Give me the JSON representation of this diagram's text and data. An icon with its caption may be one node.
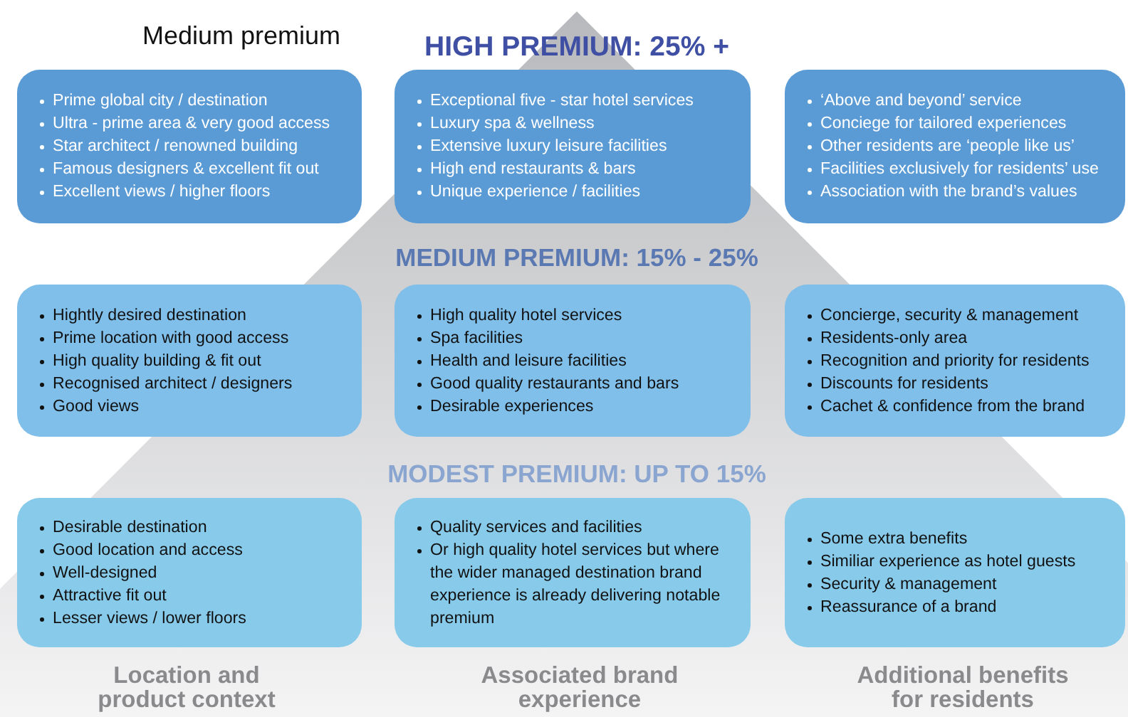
{
  "diagram": {
    "nodes": [
      {
        "text": [
          "Prime global city / destination",
          "Ultra - prime area & very good access",
          "Star architect / renowned building",
          "Famous designers & excellent fit out",
          "Excellent views / higher floors"
        ]
      },
      {
        "text": [
          "Exceptional five - star hotel services",
          "Luxury spa & wellness",
          "Extensive luxury leisure facilities",
          "High end restaurants & bars",
          "Unique experience / facilities"
        ]
      },
      {
        "text": [
          "‘Above and beyond’ service",
          "Conciege for tailored experiences",
          "Other residents are ‘people like us’",
          "Facilities exclusively for residents’ use",
          "Association with the brand’s values"
        ]
      },
      {
        "text": [
          "Hightly desired destination",
          "Prime location with good access",
          "High quality building & fit out",
          "Recognised architect / designers",
          "Good views"
        ]
      },
      {
        "text": [
          "High quality hotel services",
          "Spa facilities",
          "Health and leisure facilities",
          "Good quality restaurants and bars",
          "Desirable experiences"
        ]
      },
      {
        "text": [
          "Concierge, security & management",
          "Residents-only area",
          "Recognition and priority for residents",
          "Discounts for residents",
          "Cachet & confidence from the brand"
        ]
      },
      {
        "text": [
          "Desirable destination",
          "Good location and access",
          "Well-designed",
          "Attractive fit out",
          "Lesser views / lower floors"
        ]
      },
      {
        "text": [
          "Quality services and facilities",
          "Or high quality hotel services but where the wider managed destination brand experience is already delivering notable premium"
        ]
      },
      {
        "text": [
          "Some extra benefits",
          "Similiar experience as hotel guests",
          "Security & management",
          "Reassurance of a brand"
        ]
      }
    ],
    "labels": [
      "Medium premium",
      "HIGH PREMIUM: 25% +",
      "MEDIUM PREMIUM: 15% - 25%",
      "MODEST PREMIUM: UP TO 15%",
      "Location and product context",
      "Associated brand experience",
      "Additional benefits for residents"
    ]
  }
}
